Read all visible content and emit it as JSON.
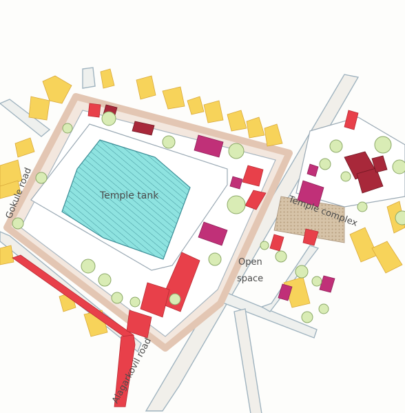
{
  "labels": {
    "temple_tank": "Temple tank",
    "gokule_road": "Gokule road",
    "alagarkovil_road": "Alagarkovil road",
    "temple_complex": "Temple complex",
    "open_space_line1": "Open",
    "open_space_line2": "space"
  },
  "legend_colors": {
    "residential": "#f7d35a",
    "commercial": "#e8404a",
    "institutional": "#c03078",
    "religious": "#a8283a",
    "water": "#8ee3e0",
    "road": "#e9e6e0",
    "road_edge": "#9fb3bf",
    "tree": "#d9ecb5",
    "paving": "#d6c3a8"
  }
}
